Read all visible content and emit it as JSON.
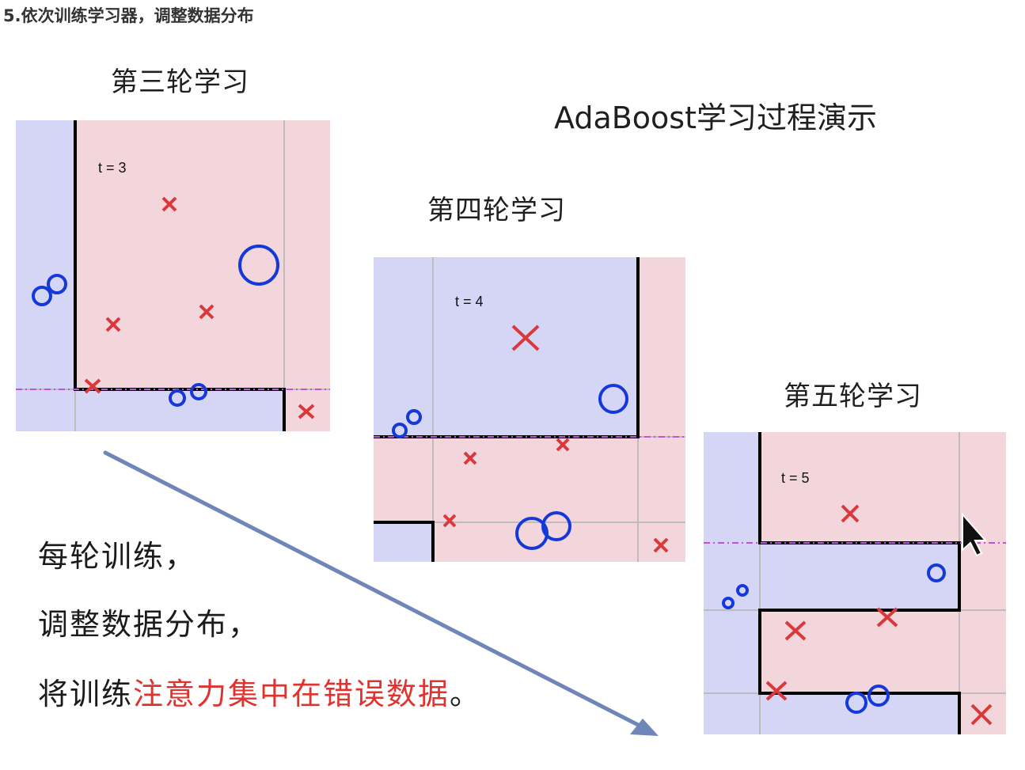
{
  "header": {
    "text": "5.依次训练学习器，调整数据分布"
  },
  "main_title": "AdaBoost学习过程演示",
  "rounds": [
    {
      "title": "第三轮学习",
      "t_label": "t = 3"
    },
    {
      "title": "第四轮学习",
      "t_label": "t = 4"
    },
    {
      "title": "第五轮学习",
      "t_label": "t = 5"
    }
  ],
  "caption": {
    "line1": "每轮训练，",
    "line2": "调整数据分布，",
    "line3_plain": "将训练",
    "line3_highlight": "注意力集中在错误数据",
    "line3_end": "。"
  },
  "colors": {
    "blue_region": "#d5d6f5",
    "pink_region": "#f3d6dc",
    "boundary": "#000000",
    "circle": "#1538d8",
    "cross": "#d9393a",
    "dashed_line": "#c050e0",
    "highlight_text": "#e2322d",
    "arrow": "#6f86b8"
  }
}
